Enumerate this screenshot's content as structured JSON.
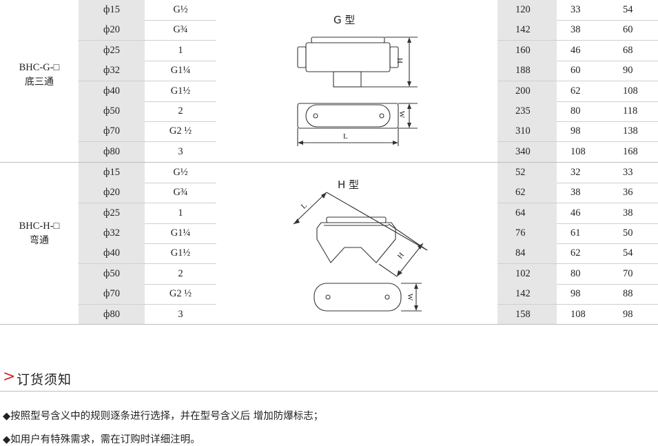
{
  "groups": [
    {
      "model": "BHC-G-□",
      "name": "底三通",
      "figure_title": "G 型",
      "rows": [
        {
          "dia": "ф15",
          "thread": "G½",
          "L": "120",
          "W": "33",
          "H": "54"
        },
        {
          "dia": "ф20",
          "thread": "G¾",
          "L": "142",
          "W": "38",
          "H": "60"
        },
        {
          "dia": "ф25",
          "thread": "1",
          "L": "160",
          "W": "46",
          "H": "68"
        },
        {
          "dia": "ф32",
          "thread": "G1¼",
          "L": "188",
          "W": "60",
          "H": "90"
        },
        {
          "dia": "ф40",
          "thread": "G1½",
          "L": "200",
          "W": "62",
          "H": "108"
        },
        {
          "dia": "ф50",
          "thread": "2",
          "L": "235",
          "W": "80",
          "H": "118"
        },
        {
          "dia": "ф70",
          "thread": "G2 ½",
          "L": "310",
          "W": "98",
          "H": "138"
        },
        {
          "dia": "ф80",
          "thread": "3",
          "L": "340",
          "W": "108",
          "H": "168"
        }
      ],
      "dim_labels": {
        "h": "H",
        "w": "W",
        "l": "L"
      }
    },
    {
      "model": "BHC-H-□",
      "name": "弯通",
      "figure_title": "H 型",
      "rows": [
        {
          "dia": "ф15",
          "thread": "G½",
          "L": "52",
          "W": "32",
          "H": "33"
        },
        {
          "dia": "ф20",
          "thread": "G¾",
          "L": "62",
          "W": "38",
          "H": "36"
        },
        {
          "dia": "ф25",
          "thread": "1",
          "L": "64",
          "W": "46",
          "H": "38"
        },
        {
          "dia": "ф32",
          "thread": "G1¼",
          "L": "76",
          "W": "61",
          "H": "50"
        },
        {
          "dia": "ф40",
          "thread": "G1½",
          "L": "84",
          "W": "62",
          "H": "54"
        },
        {
          "dia": "ф50",
          "thread": "2",
          "L": "102",
          "W": "80",
          "H": "70"
        },
        {
          "dia": "ф70",
          "thread": "G2 ½",
          "L": "142",
          "W": "98",
          "H": "88"
        },
        {
          "dia": "ф80",
          "thread": "3",
          "L": "158",
          "W": "108",
          "H": "98"
        }
      ],
      "dim_labels": {
        "h": "H",
        "w": "W",
        "l": "L"
      }
    }
  ],
  "ordering": {
    "marker": ">",
    "title": "订货须知",
    "notes": [
      "◆按照型号含义中的规则逐条进行选择，并在型号含义后 增加防爆标志；",
      "◆如用户有特殊需求，需在订购时详细注明。"
    ]
  },
  "colors": {
    "accent": "#d9252c",
    "shade": "#e6e6e6",
    "rule": "#cfcfcf",
    "line": "#333333"
  }
}
